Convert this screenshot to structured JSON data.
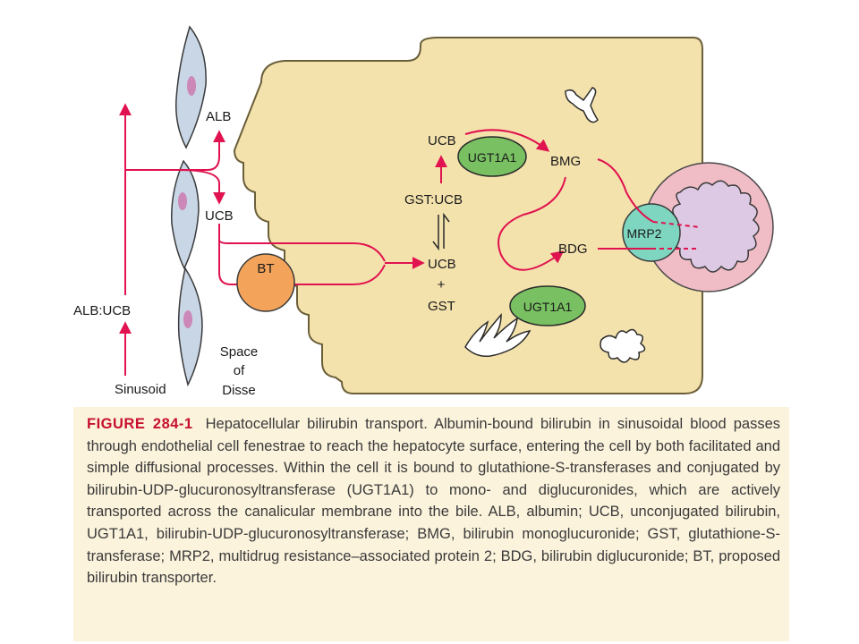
{
  "diagram": {
    "labels": {
      "alb": "ALB",
      "ucb_sinusoid": "UCB",
      "alb_ucb": "ALB:UCB",
      "sinusoid": "Sinusoid",
      "space_line1": "Space",
      "space_line2": "of",
      "space_line3": "Disse",
      "bt": "BT",
      "ucb_top": "UCB",
      "ugt_top": "UGT1A1",
      "bmg": "BMG",
      "gst_ucb": "GST:UCB",
      "ucb_mid": "UCB",
      "plus": "+",
      "gst": "GST",
      "bdg": "BDG",
      "ugt_bottom": "UGT1A1",
      "mrp2": "MRP2"
    },
    "colors": {
      "arrow": "#e0124f",
      "cell_fill": "#f4e2ad",
      "cell_stroke": "#6b5f3a",
      "endothelial_fill": "#c9d6e6",
      "nucleus": "#cc88b8",
      "bt_fill": "#f3a45a",
      "ugt_fill": "#78c061",
      "mrp2_fill": "#7fd6c0",
      "canaliculus_fill": "#f0bcc5",
      "lumen_fill": "#ddc9e3"
    }
  },
  "caption": {
    "figure_number": "FIGURE 284-1",
    "text": "Hepatocellular bilirubin transport. Albumin-bound bilirubin in sinusoidal blood passes through endothelial cell fenestrae to reach the hepatocyte surface, entering the cell by both facilitated and simple diffusional processes. Within the cell it is bound to glutathione-S-transferases and conjugated by bilirubin-UDP-glucuronosyltransferase (UGT1A1) to mono- and diglucuronides, which are actively transported across the canalicular membrane into the bile. ALB, albumin; UCB, unconjugated bilirubin, UGT1A1, bilirubin-UDP-glucuronosyltransferase; BMG, bilirubin monoglucuronide; GST, glutathione-S-transferase; MRP2, multidrug resistance–associated protein 2; BDG, bilirubin diglucuronide; BT, proposed bilirubin transporter."
  }
}
